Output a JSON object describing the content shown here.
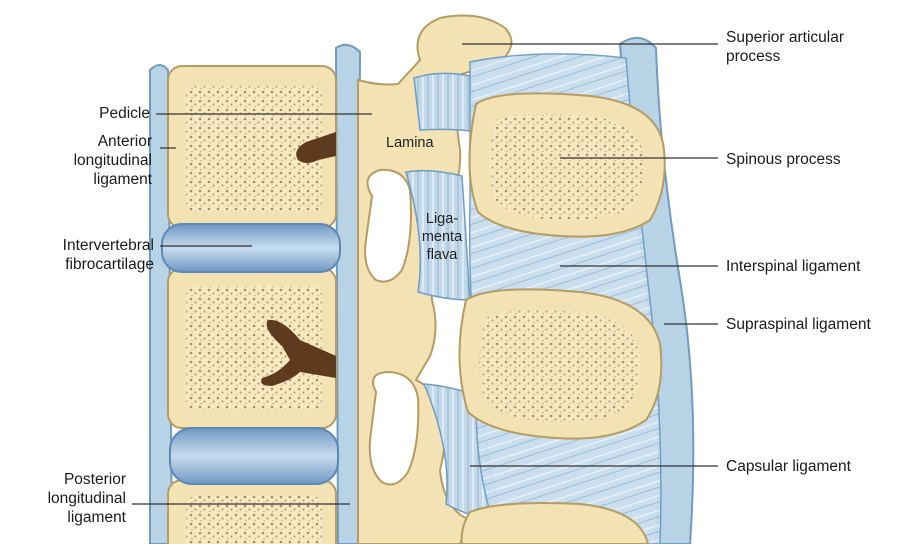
{
  "labels": {
    "superior_articular_process": "Superior articular\nprocess",
    "pedicle": "Pedicle",
    "anterior_longitudinal_ligament": "Anterior\nlongitudinal\nligament",
    "lamina": "Lamina",
    "spinous_process": "Spinous process",
    "ligamenta_flava": "Liga-\nmenta\nflava",
    "intervertebral_fibrocartilage": "Intervertebral\nfibrocartilage",
    "interspinal_ligament": "Interspinal ligament",
    "supraspinal_ligament": "Supraspinal ligament",
    "capsular_ligament": "Capsular ligament",
    "posterior_longitudinal_ligament": "Posterior\nlongitudinal\nligament"
  },
  "colors": {
    "bone": "#f2e2b4",
    "bone_outline": "#b59c63",
    "marrow_dot": "#8a6a3a",
    "ligament_blue": "#b9d3e6",
    "ligament_outline": "#6f9cc0",
    "disc_blue": "#8fb4d6",
    "vessel_brown": "#5e3a1e",
    "leader_line": "#333333"
  }
}
